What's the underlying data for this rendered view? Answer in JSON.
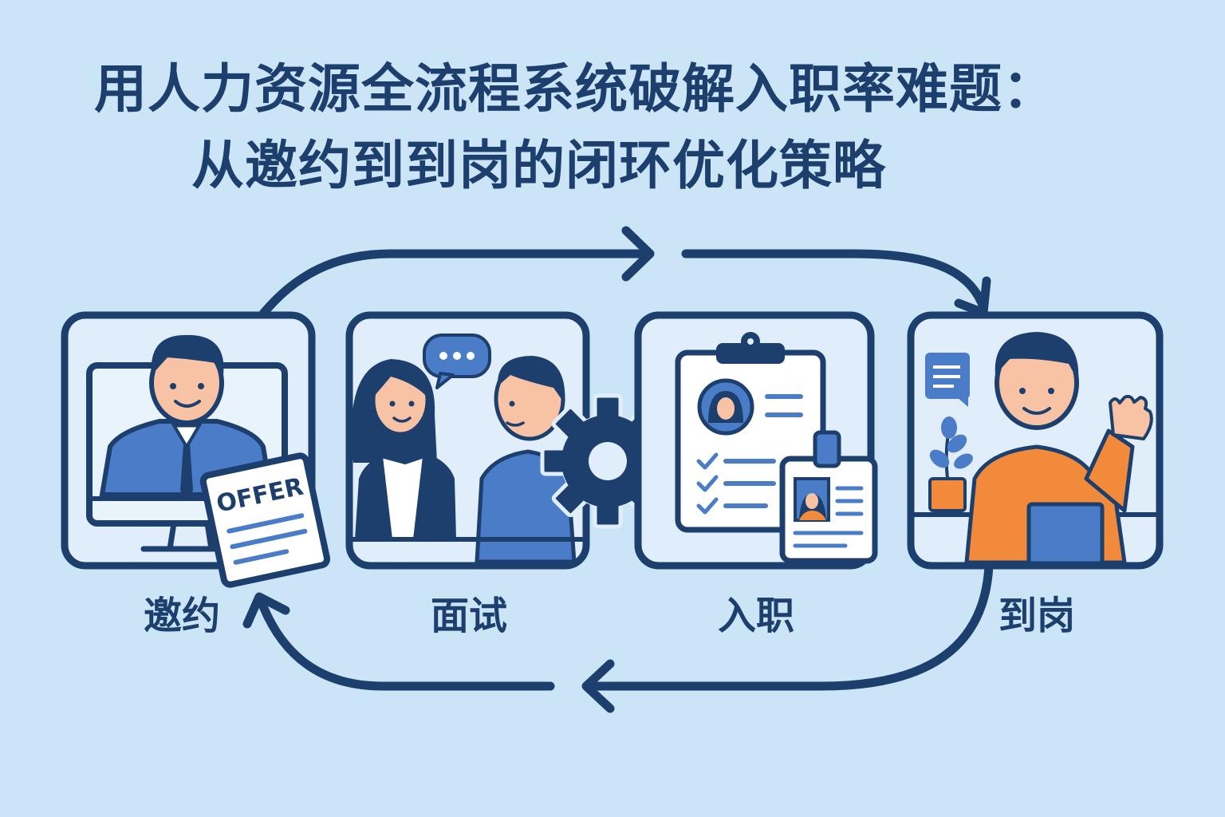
{
  "title": {
    "line1": "用人力资源全流程系统破解入职率难题：",
    "line2": "从邀约到到岗的闭环优化策略"
  },
  "steps": [
    {
      "label": "邀约",
      "badge": "OFFER"
    },
    {
      "label": "面试"
    },
    {
      "label": "入职"
    },
    {
      "label": "到岗"
    }
  ],
  "colors": {
    "background": "#cbe5f7",
    "primary": "#1d3f6e",
    "accent_blue": "#4a7cc7",
    "accent_orange": "#f28a3c",
    "skin": "#f8c3a5"
  },
  "icons": [
    "arrow-right-icon",
    "arrow-down-icon",
    "arrow-left-icon",
    "arrow-up-icon",
    "gear-icon",
    "speech-bubble-icon",
    "chat-icon",
    "plant-icon",
    "clipboard-icon",
    "badge-icon",
    "checkmark-icon"
  ]
}
